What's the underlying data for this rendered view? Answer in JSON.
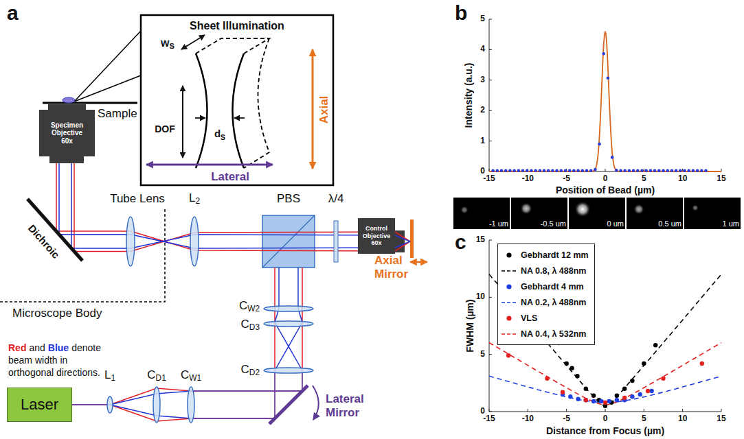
{
  "diagram": {
    "nodes": [
      {
        "text": [
          "Sheet Illumination"
        ]
      },
      {
        "text": [
          "Specimen Objective",
          "60x"
        ]
      },
      {
        "text": [
          "Control Objective",
          "60x"
        ]
      },
      {
        "text": [
          "Laser"
        ]
      }
    ],
    "labels": [
      "a",
      "wS",
      "DOF",
      "dS",
      "Axial",
      "Lateral",
      "Sample",
      "Tube Lens",
      "L2",
      "PBS",
      "λ/4",
      "Dichroic",
      "Axial Mirror",
      "Microscope Body",
      "Red",
      "and",
      "Blue",
      "denote beam width in orthogonal directions.",
      "CW2",
      "CD3",
      "CD2",
      "Lateral Mirror",
      "L1",
      "CD1",
      "CW1",
      "b",
      "Intensity (a.u.)",
      "0",
      "1",
      "2",
      "3",
      "4",
      "5",
      "-15",
      "-10",
      "-5",
      "0",
      "5",
      "10",
      "15",
      "Position of Bead (µm)",
      "-1 um",
      "-0.5 um",
      "0 um",
      "0.5 um",
      "1 um",
      "c",
      "FWHM (µm)",
      "0",
      "5",
      "10",
      "15",
      "-15",
      "-10",
      "-5",
      "0",
      "5",
      "10",
      "15",
      "Distance from Focus (µm)"
    ],
    "legend": [
      {
        "text": "Gebhardt 12 mm"
      },
      {
        "text": "NA 0.8, λ 488nm"
      },
      {
        "text": "Gebhardt 4 mm"
      },
      {
        "text": "NA 0.2, λ 488nm"
      },
      {
        "text": "VLS"
      },
      {
        "text": "NA 0.4, λ 532nm"
      }
    ]
  }
}
